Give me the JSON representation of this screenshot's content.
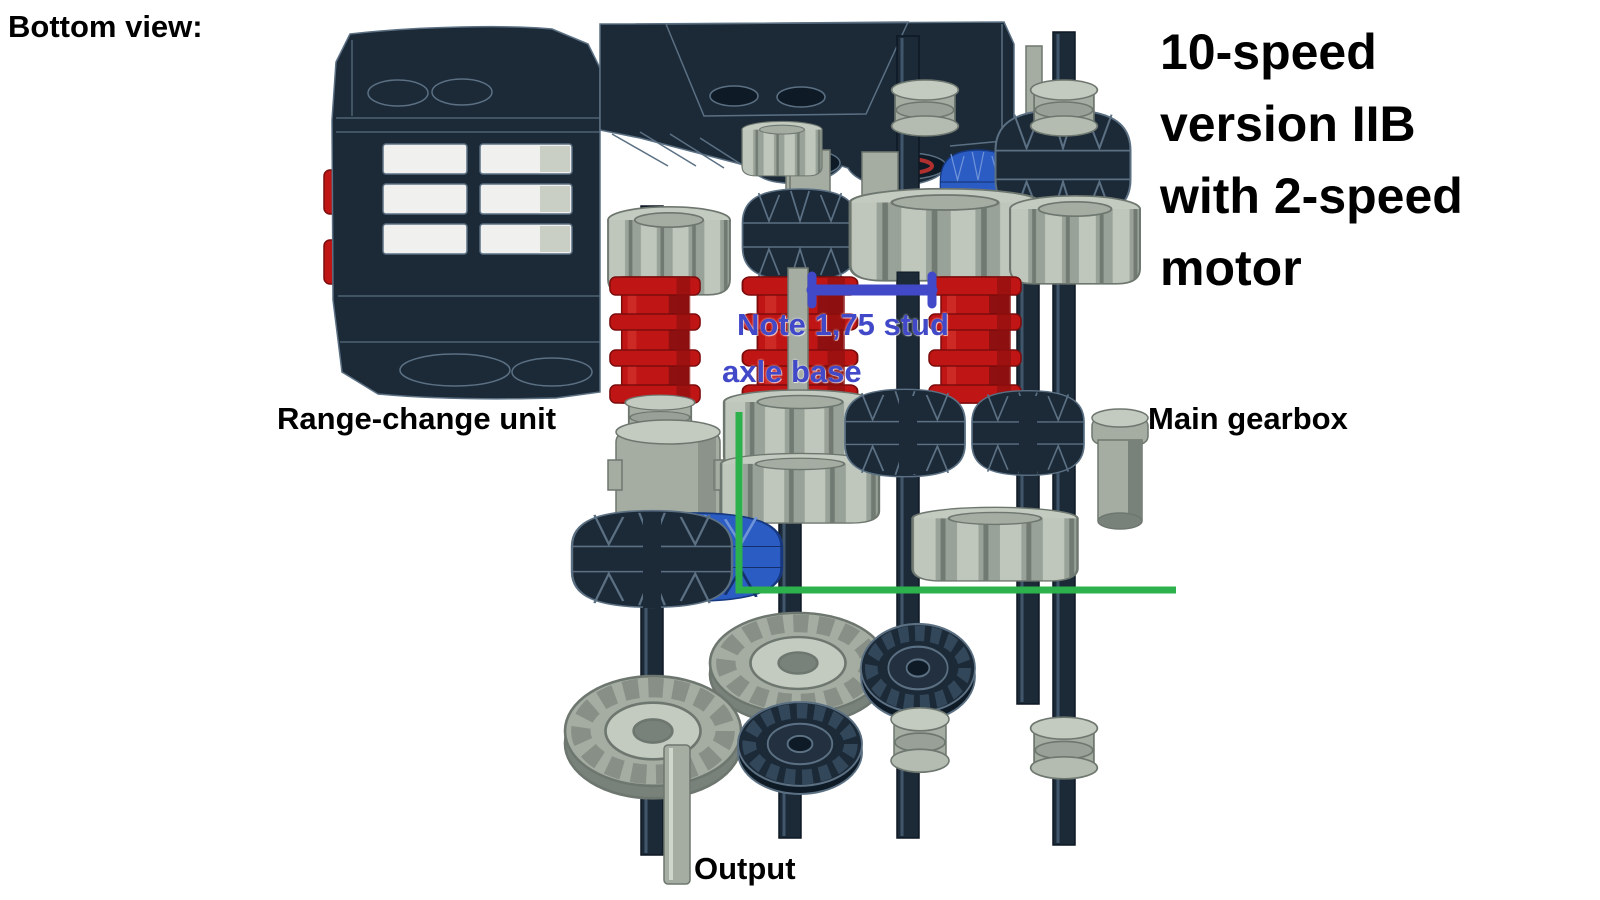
{
  "labels": {
    "bottom_view": "Bottom view:",
    "range_change": "Range-change unit",
    "main_gearbox": "Main gearbox",
    "output": "Output"
  },
  "title": {
    "text": "10-speed version IIB with 2-speed motor",
    "lines": [
      "10-speed",
      "version IIB",
      "with 2-speed",
      "motor"
    ]
  },
  "note": {
    "line1": "Note 1,75 stud",
    "line2": "axle base"
  },
  "colors": {
    "background": "#ffffff",
    "label_text": "#000000",
    "note_blue": "#4149c8",
    "dimension_blue": "#4149c8",
    "guide_green": "#2cb14c",
    "part_navy": "#1c2a38",
    "part_navy_line": "#5b7083",
    "part_navy_dark": "#0e1a25",
    "part_gray": "#a5ada3",
    "part_gray_light": "#c3cabf",
    "part_gray_dark": "#79827a",
    "part_gray_line": "#6e776f",
    "part_red": "#c01515",
    "part_red_dark": "#8e1010",
    "part_red_line": "#7c0c0c",
    "socket_red": "#b03030",
    "part_blue": "#2b5cc4",
    "part_blue_dark": "#16387e",
    "vent_white": "#f0f1ee"
  }
}
